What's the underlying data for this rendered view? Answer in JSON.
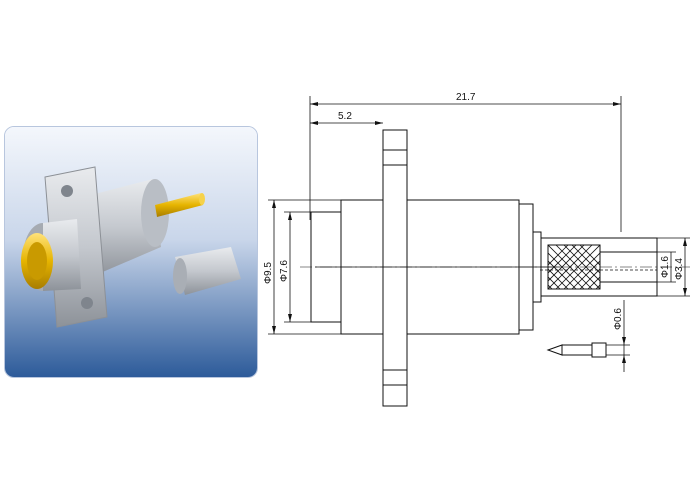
{
  "product_render": {
    "description_icon": "connector-3d-render",
    "colors": {
      "background_top": "#f2f6fc",
      "background_bottom": "#2c5a98",
      "metal": "#c8ccd2",
      "gold": "#e8b800"
    }
  },
  "drawing": {
    "dimensions": {
      "overall_length": "21.7",
      "flange_offset": "5.2",
      "outer_diameter": "Φ9.5",
      "inner_diameter": "Φ7.6",
      "crimp_inner_diameter": "Φ1.6",
      "crimp_outer_diameter": "Φ3.4",
      "pin_diameter": "Φ0.6"
    }
  }
}
